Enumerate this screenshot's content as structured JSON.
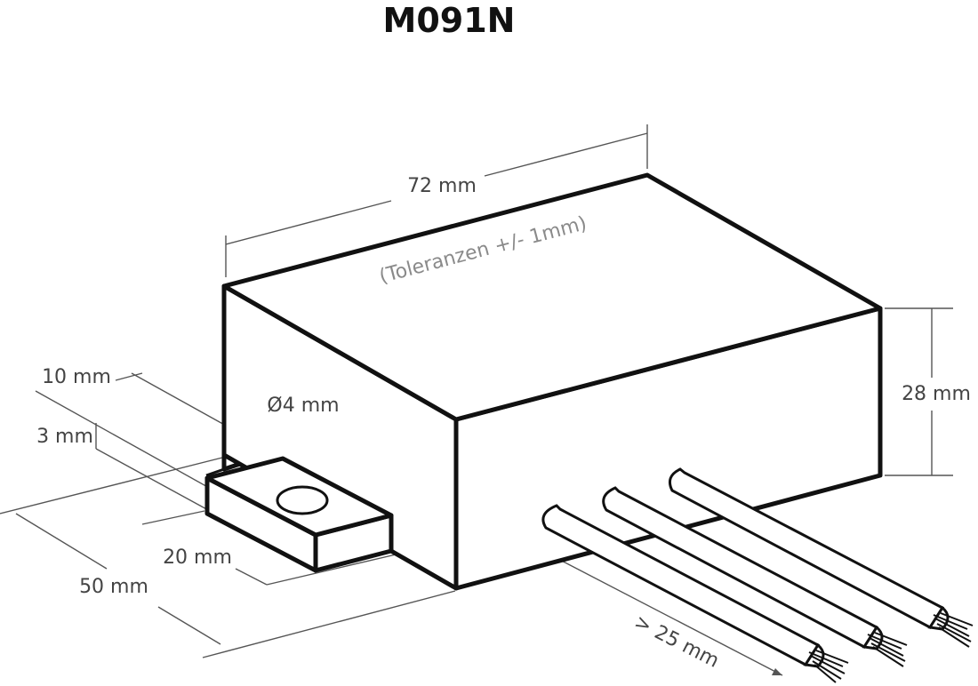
{
  "diagram": {
    "title": "M091N",
    "labels": {
      "length": "72 mm",
      "tolerance": "(Toleranzen +/- 1mm)",
      "height": "28 mm",
      "tab_width": "10 mm",
      "tab_thickness": "3 mm",
      "hole": "Ø4 mm",
      "tab_length": "20 mm",
      "depth": "50 mm",
      "cable_length": "> 25 mm"
    },
    "colors": {
      "outline": "#111111",
      "dimension": "#555555",
      "note": "#8a8a8a"
    }
  }
}
